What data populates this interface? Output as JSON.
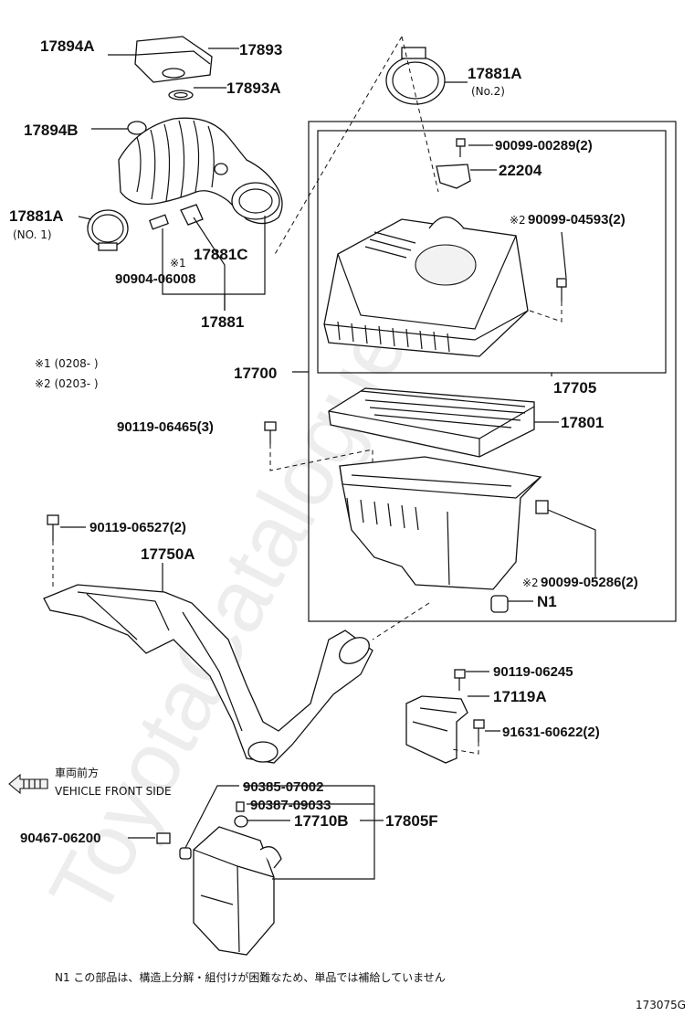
{
  "watermark": "ToyotaCatalogue.ru",
  "figure_code": "173075G",
  "parts": {
    "p17894A": "17894A",
    "p17893": "17893",
    "p17893A": "17893A",
    "p17894B": "17894B",
    "p17881A_top": "17881A",
    "p17881A_top_sub": "(No.2)",
    "p17881A_left": "17881A",
    "p17881A_left_sub": "(NO. 1)",
    "p90099_00289": "90099-00289(2)",
    "p22204": "22204",
    "p90099_04593": "90099-04593(2)",
    "p17881C": "17881C",
    "p90904_06008": "90904-06008",
    "p17881": "17881",
    "p17700": "17700",
    "p17705": "17705",
    "p90119_06465": "90119-06465(3)",
    "p17801": "17801",
    "p90119_06527": "90119-06527(2)",
    "p17750A": "17750A",
    "p90099_05286": "90099-05286(2)",
    "pN1": "N1",
    "p90119_06245": "90119-06245",
    "p17119A": "17119A",
    "p91631_60622": "91631-60622(2)",
    "p90385_07002": "90385-07002",
    "p90387_09033": "90387-09033",
    "p17710B": "17710B",
    "p17805F": "17805F",
    "p90467_06200": "90467-06200"
  },
  "marks": {
    "mark1_symbol": "※1",
    "mark2_symbol": "※2",
    "mark2_symbol_b": "※2"
  },
  "legend": {
    "line1": "※1 (0208-           )",
    "line2": "※2 (0203-           )"
  },
  "front": {
    "jp": "車両前方",
    "en": "VEHICLE FRONT SIDE"
  },
  "footnote": "N1 この部品は、構造上分解・組付けが困難なため、単品では補給していません"
}
